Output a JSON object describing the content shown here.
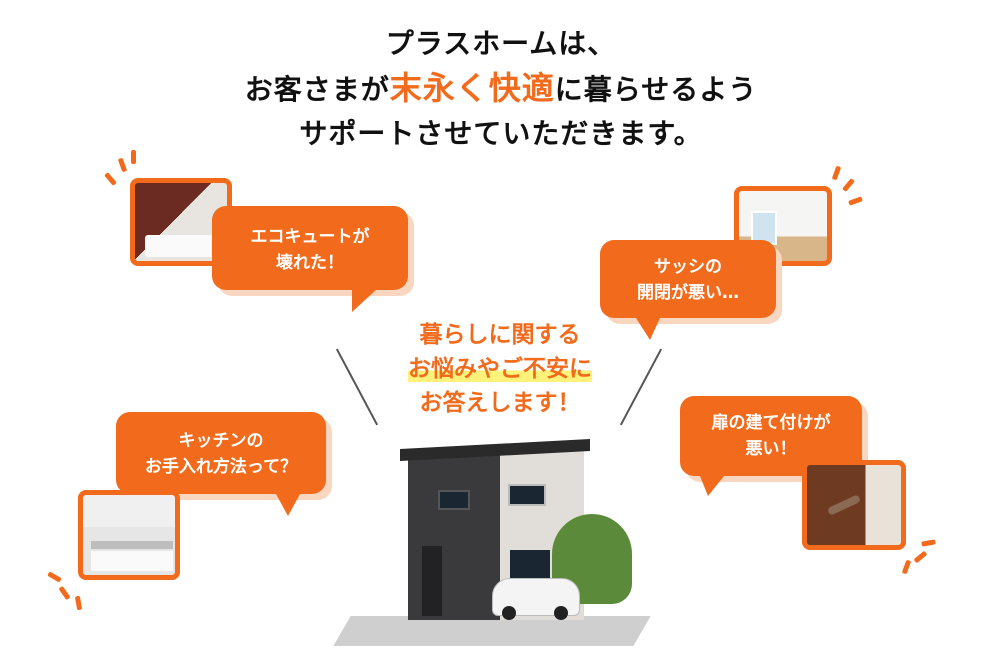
{
  "headline": {
    "line1": "プラスホームは、",
    "line2_pre": "お客さまが",
    "line2_highlight": "末永く快適",
    "line2_post": "に暮らせるよう",
    "line3": "サポートさせていただきます。"
  },
  "bubbles": {
    "ecocute": {
      "line1": "エコキュートが",
      "line2": "壊れた！"
    },
    "sash": {
      "line1": "サッシの",
      "line2": "開閉が悪い…"
    },
    "kitchen": {
      "line1": "キッチンの",
      "line2": "お手入れ方法って？"
    },
    "door": {
      "line1": "扉の建て付けが",
      "line2": "悪い！"
    }
  },
  "center": {
    "line1": "暮らしに関する",
    "line2": "お悩みやご不安に",
    "line3": "お答えします！"
  },
  "colors": {
    "accent": "#f26b1d",
    "highlight": "#fff27a"
  }
}
